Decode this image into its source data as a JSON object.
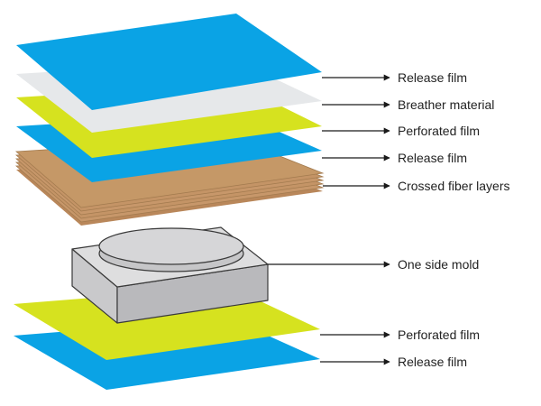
{
  "colors": {
    "release": "#0aa3e5",
    "breather": "#e6e8ea",
    "perforated": "#d6e21f",
    "fiber": "#c59867",
    "fiber_edge": "#a27a4e",
    "mold_face": "#d3d3d5",
    "mold_stroke": "#3a3a3a",
    "line": "#1a1a1a"
  },
  "labels": [
    {
      "id": "release-1",
      "text": "Release film"
    },
    {
      "id": "breather",
      "text": "Breather material"
    },
    {
      "id": "perforated-1",
      "text": "Perforated film"
    },
    {
      "id": "release-2",
      "text": "Release film"
    },
    {
      "id": "fiber",
      "text": "Crossed fiber layers"
    },
    {
      "id": "mold",
      "text": "One side mold"
    },
    {
      "id": "perforated-2",
      "text": "Perforated film"
    },
    {
      "id": "release-3",
      "text": "Release film"
    }
  ]
}
